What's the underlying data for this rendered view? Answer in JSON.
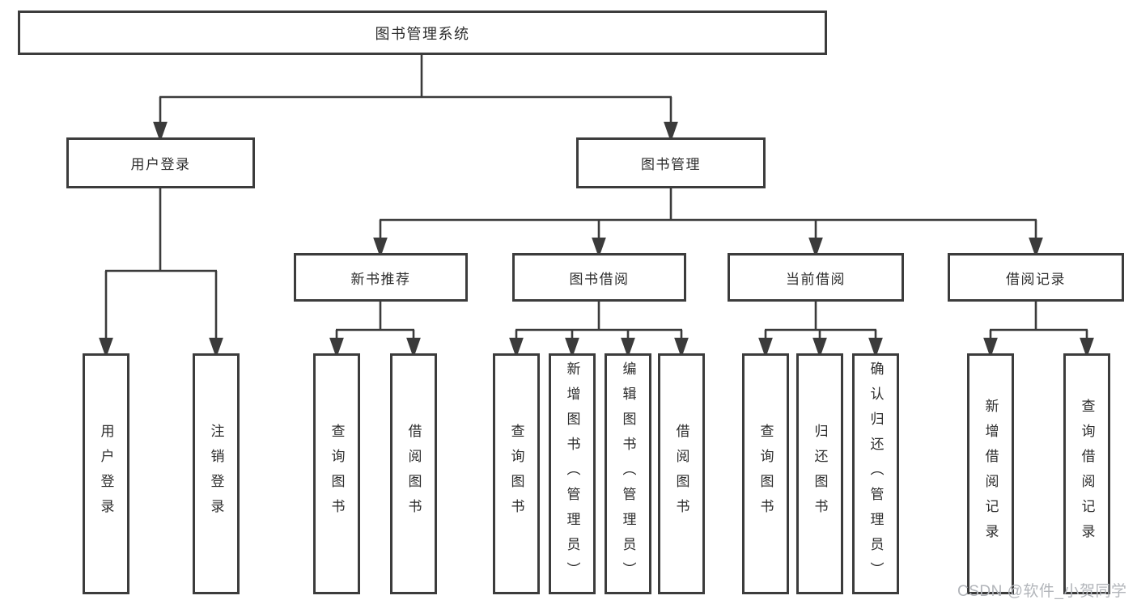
{
  "diagram": {
    "root_label": "图书管理系统",
    "branches": [
      {
        "label": "用户登录",
        "children": [
          "用户登录",
          "注销登录"
        ]
      },
      {
        "label": "图书管理",
        "groups": [
          {
            "label": "新书推荐",
            "children": [
              "查询图书",
              "借阅图书"
            ]
          },
          {
            "label": "图书借阅",
            "children": [
              "查询图书",
              "新增图书（管理员）",
              "编辑图书（管理员）",
              "借阅图书"
            ]
          },
          {
            "label": "当前借阅",
            "children": [
              "查询图书",
              "归还图书",
              "确认归还（管理员）"
            ]
          },
          {
            "label": "借阅记录",
            "children": [
              "新增借阅记录",
              "查询借阅记录"
            ]
          }
        ]
      }
    ]
  },
  "watermark": {
    "text": "CSDN @软件_小贺同学"
  },
  "colors": {
    "line": "#3b3b3b",
    "box_border": "#3c3c3c",
    "text": "#2d2d2d",
    "watermark": "#b2b5ba",
    "background": "#ffffff"
  }
}
